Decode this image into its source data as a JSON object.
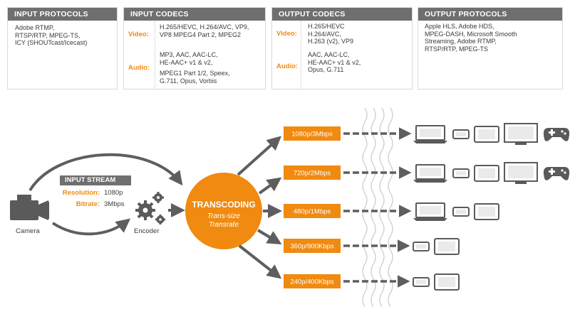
{
  "panels": {
    "input_protocols": {
      "title": "INPUT PROTOCOLS",
      "lines": [
        "Adobe RTMP,",
        "RTSP/RTP, MPEG-TS,",
        "ICY (SHOUTcast/Icecast)"
      ]
    },
    "input_codecs": {
      "title": "INPUT CODECS",
      "video_label": "Video:",
      "video_lines": [
        "H.265/HEVC, H.264/AVC, VP9,",
        "VP8 MPEG4 Part 2, MPEG2"
      ],
      "audio_label": "Audio:",
      "audio_lines": [
        "MP3, AAC, AAC-LC,",
        "HE-AAC+ v1 & v2,",
        "",
        "MPEG1 Part 1/2, Speex,",
        "G.711, Opus, Vorbis"
      ]
    },
    "output_codecs": {
      "title": "OUTPUT CODECS",
      "video_label": "Video:",
      "video_lines": [
        "H.265/HEVC",
        "H.264/AVC,",
        "H.263 (v2), VP9"
      ],
      "audio_label": "Audio:",
      "audio_lines": [
        "AAC, AAC-LC,",
        "HE-AAC+ v1 & v2,",
        "Opus, G.711"
      ]
    },
    "output_protocols": {
      "title": "OUTPUT PROTOCOLS",
      "lines": [
        "Apple HLS, Adobe HDS,",
        "MPEG-DASH, Microsoft Smooth",
        "Streaming, Adobe RTMP,",
        "RTSP/RTP, MPEG-TS"
      ]
    }
  },
  "camera": {
    "label": "Camera"
  },
  "encoder": {
    "label": "Encoder"
  },
  "input_stream": {
    "title": "INPUT STREAM",
    "resolution_label": "Resolution:",
    "resolution_value": "1080p",
    "bitrate_label": "Bitrate:",
    "bitrate_value": "3Mbps"
  },
  "transcoding": {
    "title": "TRANSCODING",
    "line1": "Trans-size",
    "line2": "Transrate"
  },
  "renditions": [
    {
      "label": "1080p/3Mbps",
      "devices": [
        "laptop-icon",
        "phone-icon",
        "tablet-icon",
        "monitor-icon",
        "gamepad-icon"
      ]
    },
    {
      "label": "720p/2Mbps",
      "devices": [
        "laptop-icon",
        "phone-icon",
        "tablet-icon",
        "monitor-icon",
        "gamepad-icon"
      ]
    },
    {
      "label": "480p/1Mbps",
      "devices": [
        "laptop-icon",
        "phone-icon",
        "tablet-icon"
      ]
    },
    {
      "label": "360p/900Kbps",
      "devices": [
        "phone-icon",
        "tablet-icon"
      ]
    },
    {
      "label": "240p/400Kbps",
      "devices": [
        "phone-icon",
        "tablet-icon"
      ]
    }
  ],
  "colors": {
    "accent": "#f08a10",
    "panel_header": "#6f6f6f",
    "icon": "#5a5a5a",
    "arrow": "#5e5e5e"
  }
}
